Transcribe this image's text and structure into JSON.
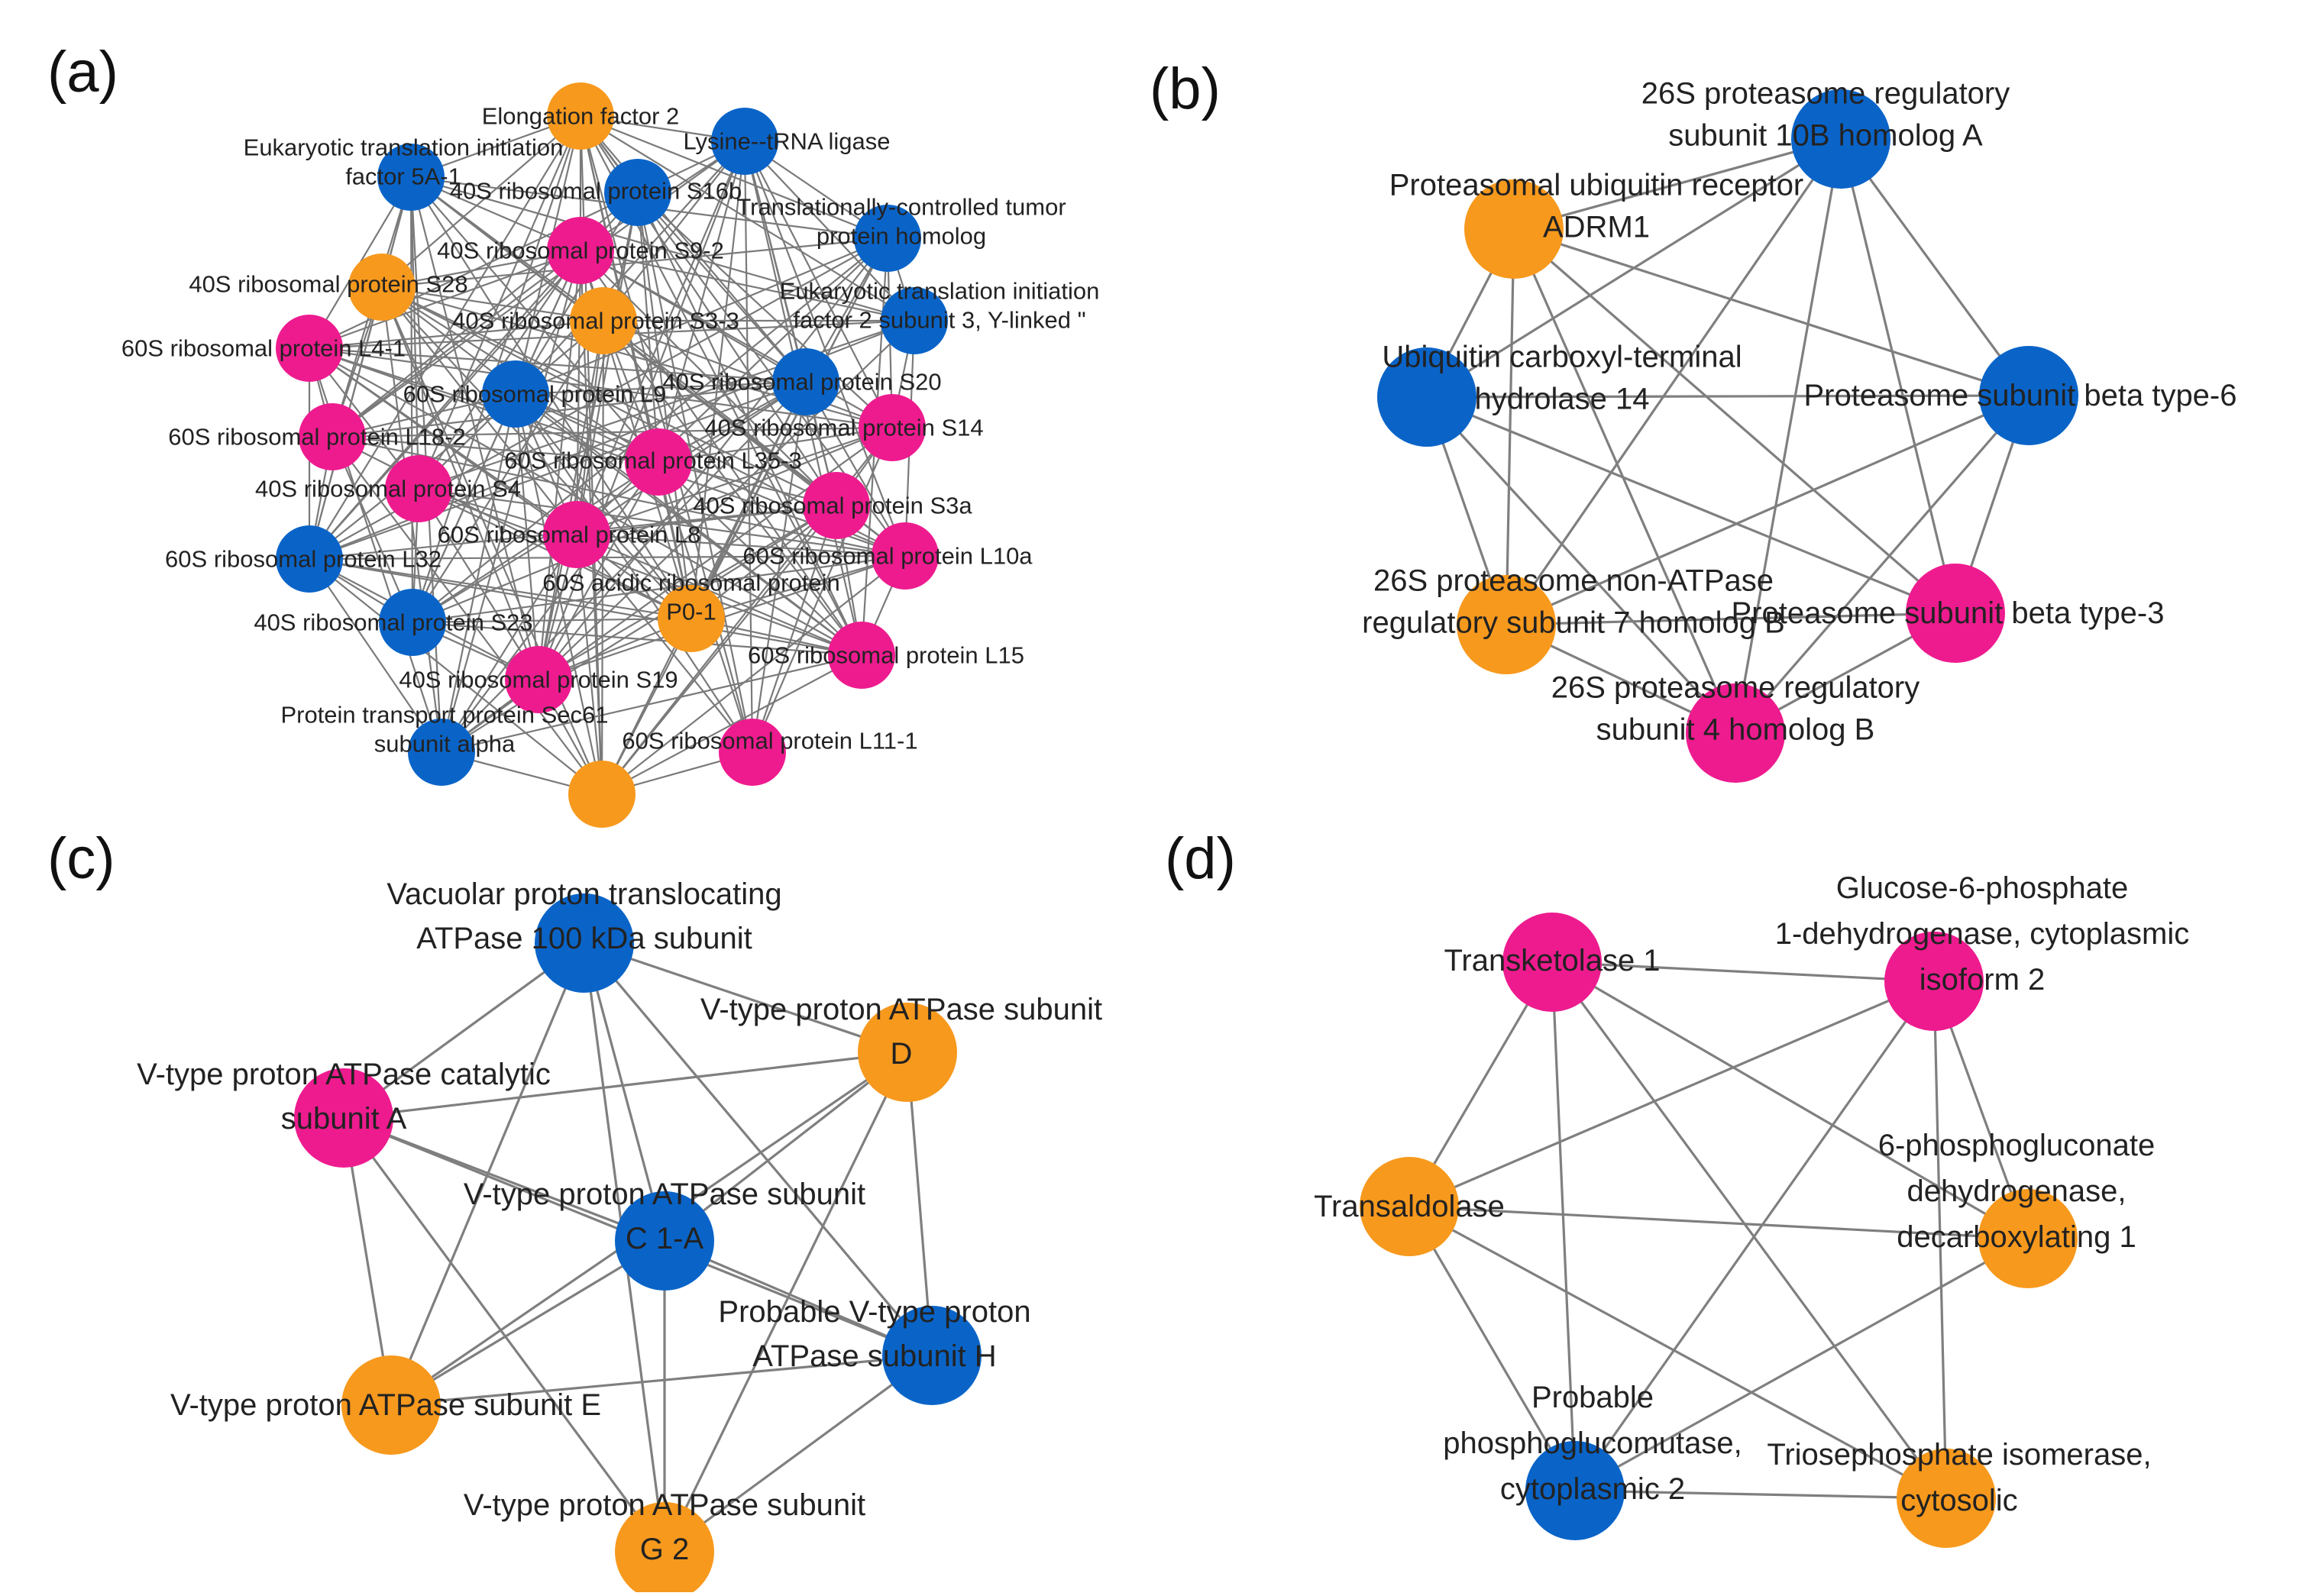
{
  "colors": {
    "pink": "#EE1B8F",
    "blue": "#0A64C8",
    "orange": "#F7991D",
    "edge": "#808080"
  },
  "panels": [
    {
      "letter": "(a)",
      "dense": true,
      "nodes": [
        {
          "color": "orange",
          "lines": [
            "Elongation factor 2"
          ]
        },
        {
          "color": "blue",
          "lines": [
            "Lysine--tRNA ligase"
          ]
        },
        {
          "color": "blue",
          "lines": [
            "Eukaryotic translation initiation",
            "factor 5A-1"
          ]
        },
        {
          "color": "blue",
          "lines": [
            "40S ribosomal protein S16b"
          ]
        },
        {
          "color": "blue",
          "lines": [
            "Translationally-controlled tumor",
            "protein homolog"
          ]
        },
        {
          "color": "pink",
          "lines": [
            "40S ribosomal protein S9-2"
          ]
        },
        {
          "color": "orange",
          "lines": [
            "40S ribosomal protein S28"
          ]
        },
        {
          "color": "blue",
          "lines": [
            "Eukaryotic translation initiation",
            "factor 2 subunit 3, Y-linked \""
          ]
        },
        {
          "color": "orange",
          "lines": [
            "40S ribosomal protein S3-3"
          ]
        },
        {
          "color": "pink",
          "lines": [
            "60S ribosomal protein L4-1"
          ]
        },
        {
          "color": "blue",
          "lines": [
            "60S ribosomal protein L9"
          ]
        },
        {
          "color": "blue",
          "lines": [
            "40S ribosomal protein S20"
          ]
        },
        {
          "color": "pink",
          "lines": [
            "40S ribosomal protein S14"
          ]
        },
        {
          "color": "pink",
          "lines": [
            "60S ribosomal protein L18-2"
          ]
        },
        {
          "color": "pink",
          "lines": [
            "60S ribosomal protein L35-3"
          ]
        },
        {
          "color": "pink",
          "lines": [
            "40S ribosomal protein S4"
          ]
        },
        {
          "color": "pink",
          "lines": [
            "40S ribosomal protein S3a"
          ]
        },
        {
          "color": "pink",
          "lines": [
            "60S ribosomal protein L8"
          ]
        },
        {
          "color": "pink",
          "lines": [
            "60S ribosomal protein L10a"
          ]
        },
        {
          "color": "blue",
          "lines": [
            "60S ribosomal protein L32"
          ]
        },
        {
          "color": "orange",
          "lines": [
            "60S acidic ribosomal protein",
            "P0-1"
          ]
        },
        {
          "color": "blue",
          "lines": [
            "40S ribosomal protein S23"
          ]
        },
        {
          "color": "pink",
          "lines": [
            "60S ribosomal protein L15"
          ]
        },
        {
          "color": "pink",
          "lines": [
            "40S ribosomal protein S19"
          ]
        },
        {
          "color": "blue",
          "lines": [
            "Protein transport protein Sec61",
            "subunit alpha"
          ]
        },
        {
          "color": "pink",
          "lines": [
            "60S ribosomal protein L11-1"
          ]
        },
        {
          "color": "orange",
          "lines": []
        }
      ]
    },
    {
      "letter": "(b)",
      "dense": false,
      "nodes": [
        {
          "color": "blue",
          "lines": [
            "26S proteasome regulatory",
            "subunit 10B homolog A"
          ]
        },
        {
          "color": "orange",
          "lines": [
            "Proteasomal ubiquitin receptor",
            "ADRM1"
          ]
        },
        {
          "color": "blue",
          "lines": [
            "Ubiquitin carboxyl-terminal",
            "hydrolase 14"
          ]
        },
        {
          "color": "blue",
          "lines": [
            "Proteasome subunit beta type-6"
          ]
        },
        {
          "color": "orange",
          "lines": [
            "26S proteasome non-ATPase",
            "regulatory subunit 7 homolog B"
          ]
        },
        {
          "color": "pink",
          "lines": [
            "Proteasome subunit beta type-3"
          ]
        },
        {
          "color": "pink",
          "lines": [
            "26S proteasome regulatory",
            "subunit 4 homolog B"
          ]
        }
      ]
    },
    {
      "letter": "(c)",
      "dense": false,
      "nodes": [
        {
          "color": "blue",
          "lines": [
            "Vacuolar proton translocating",
            "ATPase 100 kDa subunit"
          ]
        },
        {
          "color": "orange",
          "lines": [
            "V-type proton ATPase subunit",
            "D"
          ]
        },
        {
          "color": "pink",
          "lines": [
            "V-type proton ATPase catalytic",
            "subunit A"
          ]
        },
        {
          "color": "blue",
          "lines": [
            "V-type proton ATPase subunit",
            "C 1-A"
          ]
        },
        {
          "color": "blue",
          "lines": [
            "Probable V-type proton",
            "ATPase subunit H"
          ]
        },
        {
          "color": "orange",
          "lines": [
            "V-type proton ATPase subunit E"
          ]
        },
        {
          "color": "orange",
          "lines": [
            "V-type proton ATPase subunit",
            "G 2"
          ]
        }
      ]
    },
    {
      "letter": "(d)",
      "dense": false,
      "nodes": [
        {
          "color": "pink",
          "lines": [
            "Transketolase 1"
          ]
        },
        {
          "color": "pink",
          "lines": [
            "Glucose-6-phosphate",
            "1-dehydrogenase, cytoplasmic",
            "isoform 2"
          ]
        },
        {
          "color": "orange",
          "lines": [
            "Transaldolase"
          ]
        },
        {
          "color": "orange",
          "lines": [
            "6-phosphogluconate",
            "dehydrogenase,",
            "decarboxylating 1"
          ]
        },
        {
          "color": "blue",
          "lines": [
            "Probable",
            "phosphoglucomutase,",
            "cytoplasmic 2"
          ]
        },
        {
          "color": "orange",
          "lines": [
            "Triosephosphate isomerase,",
            "cytosolic"
          ]
        }
      ]
    }
  ]
}
